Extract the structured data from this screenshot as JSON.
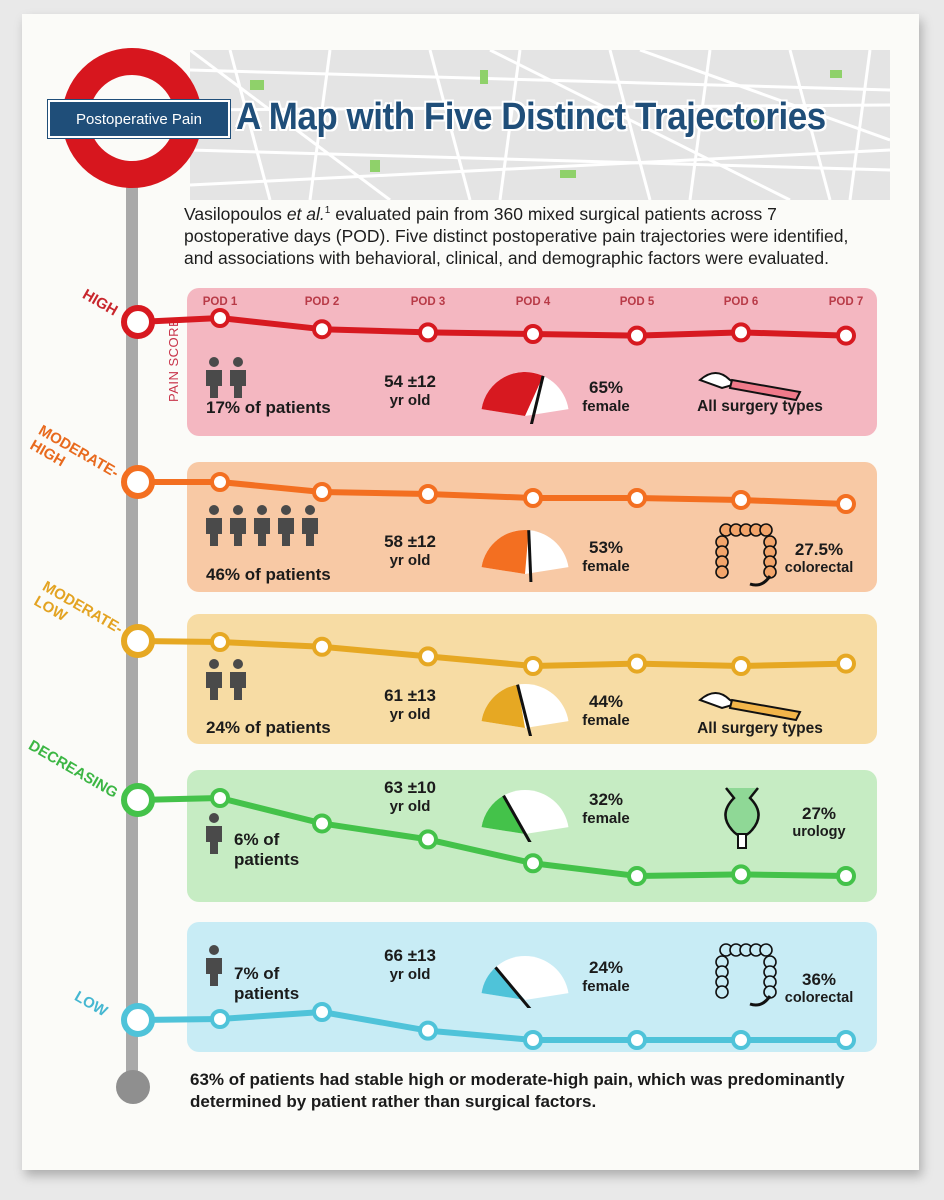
{
  "header": {
    "tag": "Postoperative Pain",
    "title": "A Map with Five Distinct Trajectories"
  },
  "intro": {
    "author": "Vasilopoulos",
    "etal": "et al.",
    "ref": "1",
    "text": " evaluated pain from 360 mixed surgical patients across 7 postoperative days (POD). Five distinct postoperative pain trajectories were identified, and associations with behavioral, clinical, and demographic factors were evaluated."
  },
  "axis_label": "PAIN SCORE",
  "pod_labels": [
    "POD 1",
    "POD 2",
    "POD 3",
    "POD 4",
    "POD 5",
    "POD 6",
    "POD 7"
  ],
  "colors": {
    "red": "#d71920",
    "orange": "#f36f21",
    "yellow": "#e6a823",
    "green": "#44c24a",
    "blue": "#4fc3d9",
    "tag_blue": "#1f4e79"
  },
  "groups": [
    {
      "id": "high",
      "label": "HIGH",
      "line_color": "#d71920",
      "panel_color": "#f4b7c1",
      "label_color": "#c8262d",
      "patients": "17% of patients",
      "age": "54 ±12",
      "age_unit": "yr old",
      "female_pct": "65%",
      "female": "female",
      "gauge_pct": 0.65,
      "surgery_icon": "scalpel-icon",
      "surgery_value": "",
      "surgery_label": "All surgery types",
      "scores": [
        8.0,
        7.3,
        7.1,
        7.0,
        6.9,
        7.1,
        6.9
      ]
    },
    {
      "id": "moderate-high",
      "label": "MODERATE-HIGH",
      "line_color": "#f36f21",
      "panel_color": "#f8c9a5",
      "label_color": "#e86a1e",
      "patients": "46% of patients",
      "age": "58 ±12",
      "age_unit": "yr old",
      "female_pct": "53%",
      "female": "female",
      "gauge_pct": 0.53,
      "surgery_icon": "colon-icon",
      "surgery_value": "27.5%",
      "surgery_label": "colorectal",
      "scores": [
        7.2,
        6.7,
        6.6,
        6.4,
        6.4,
        6.3,
        6.1
      ]
    },
    {
      "id": "moderate-low",
      "label": "MODERATE-LOW",
      "line_color": "#e6a823",
      "panel_color": "#f7dca4",
      "label_color": "#e3a322",
      "patients": "24% of patients",
      "age": "61 ±13",
      "age_unit": "yr old",
      "female_pct": "44%",
      "female": "female",
      "gauge_pct": 0.44,
      "surgery_icon": "scalpel-icon",
      "surgery_value": "",
      "surgery_label": "All surgery types",
      "scores": [
        6.8,
        6.6,
        6.2,
        5.8,
        5.9,
        5.8,
        5.9
      ]
    },
    {
      "id": "decreasing",
      "label": "DECREASING",
      "line_color": "#44c24a",
      "panel_color": "#c6ecc3",
      "label_color": "#3cb644",
      "patients": "6% of patients",
      "age": "63 ±10",
      "age_unit": "yr old",
      "female_pct": "32%",
      "female": "female",
      "gauge_pct": 0.32,
      "surgery_icon": "bladder-icon",
      "surgery_value": "27%",
      "surgery_label": "urology",
      "scores": [
        6.8,
        5.2,
        4.2,
        2.7,
        1.9,
        2.0,
        1.9
      ]
    },
    {
      "id": "low",
      "label": "LOW",
      "line_color": "#4fc3d9",
      "panel_color": "#c8ecf5",
      "label_color": "#45b7d1",
      "patients": "7% of patients",
      "age": "66 ±13",
      "age_unit": "yr old",
      "female_pct": "24%",
      "female": "female",
      "gauge_pct": 0.24,
      "surgery_icon": "colon-icon",
      "surgery_value": "36%",
      "surgery_label": "colorectal",
      "scores": [
        1.5,
        1.8,
        1.0,
        0.6,
        0.6,
        0.6,
        0.6
      ]
    }
  ],
  "conclusion": "63% of patients had stable high or moderate-high pain, which was predominantly determined by patient rather than surgical factors."
}
